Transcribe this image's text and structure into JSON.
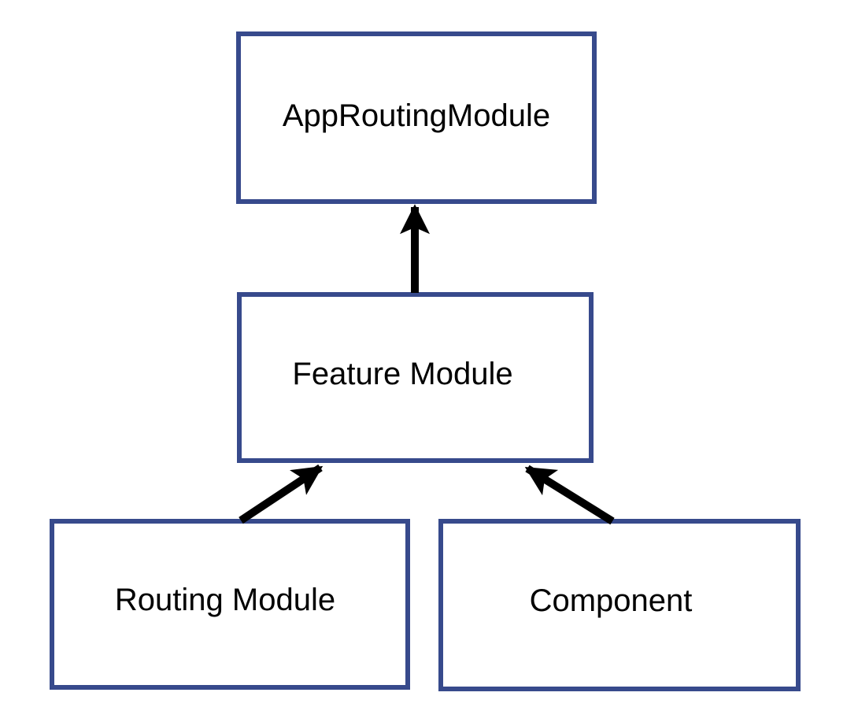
{
  "diagram": {
    "type": "module-hierarchy",
    "boxes": [
      {
        "id": "app-routing-module",
        "label": "AppRoutingModule"
      },
      {
        "id": "feature-module",
        "label": "Feature Module"
      },
      {
        "id": "routing-module",
        "label": "Routing Module"
      },
      {
        "id": "component",
        "label": "Component"
      }
    ],
    "edges": [
      {
        "from": "Feature Module",
        "to": "AppRoutingModule",
        "direction": "up"
      },
      {
        "from": "Routing Module",
        "to": "Feature Module",
        "direction": "up-right"
      },
      {
        "from": "Component",
        "to": "Feature Module",
        "direction": "up-left"
      }
    ],
    "colors": {
      "box_border": "#374a8c",
      "arrow": "#000000",
      "text": "#000000",
      "background": "#ffffff"
    }
  }
}
